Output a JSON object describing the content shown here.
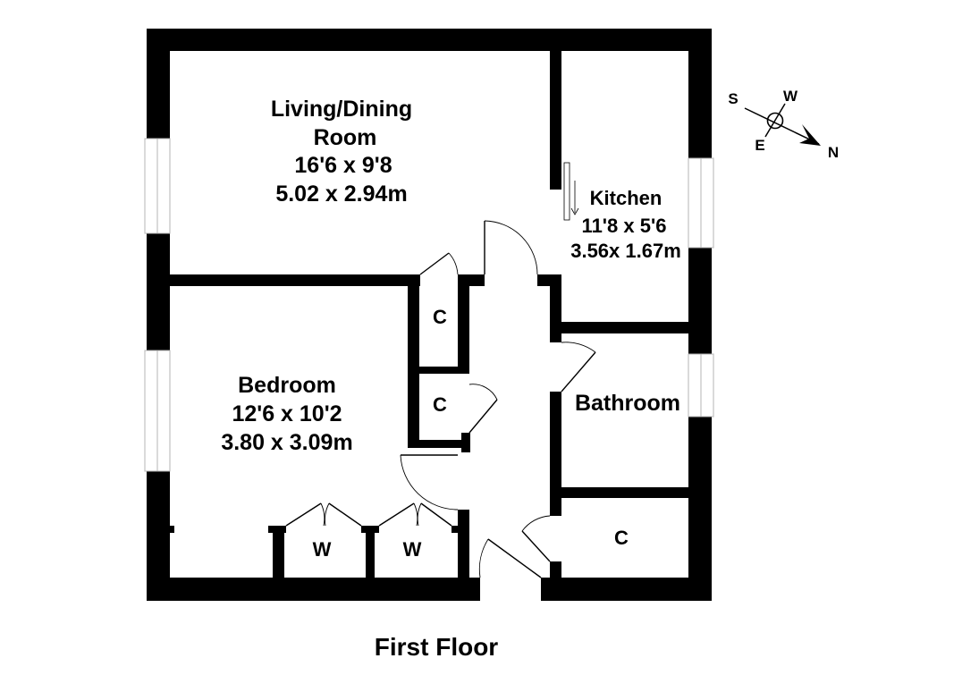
{
  "rooms": {
    "living": {
      "name_line1": "Living/Dining",
      "name_line2": "Room",
      "size_imperial": "16'6 x 9'8",
      "size_metric": "5.02 x 2.94m"
    },
    "kitchen": {
      "name": "Kitchen",
      "size_imperial": "11'8 x 5'6",
      "size_metric": "3.56x 1.67m"
    },
    "bedroom": {
      "name": "Bedroom",
      "size_imperial": "12'6 x 10'2",
      "size_metric": "3.80 x 3.09m"
    },
    "bathroom": {
      "name": "Bathroom"
    },
    "cupboard_upper": {
      "label": "C"
    },
    "cupboard_lower": {
      "label": "C"
    },
    "cupboard_right": {
      "label": "C"
    },
    "wardrobe_left": {
      "label": "W"
    },
    "wardrobe_right": {
      "label": "W"
    }
  },
  "compass": {
    "south": "S",
    "west": "W",
    "east": "E",
    "north": "N"
  },
  "floor_title": "First Floor",
  "colors": {
    "wall": "#000000",
    "window_stroke": "#b5b5b5",
    "background": "#ffffff"
  }
}
